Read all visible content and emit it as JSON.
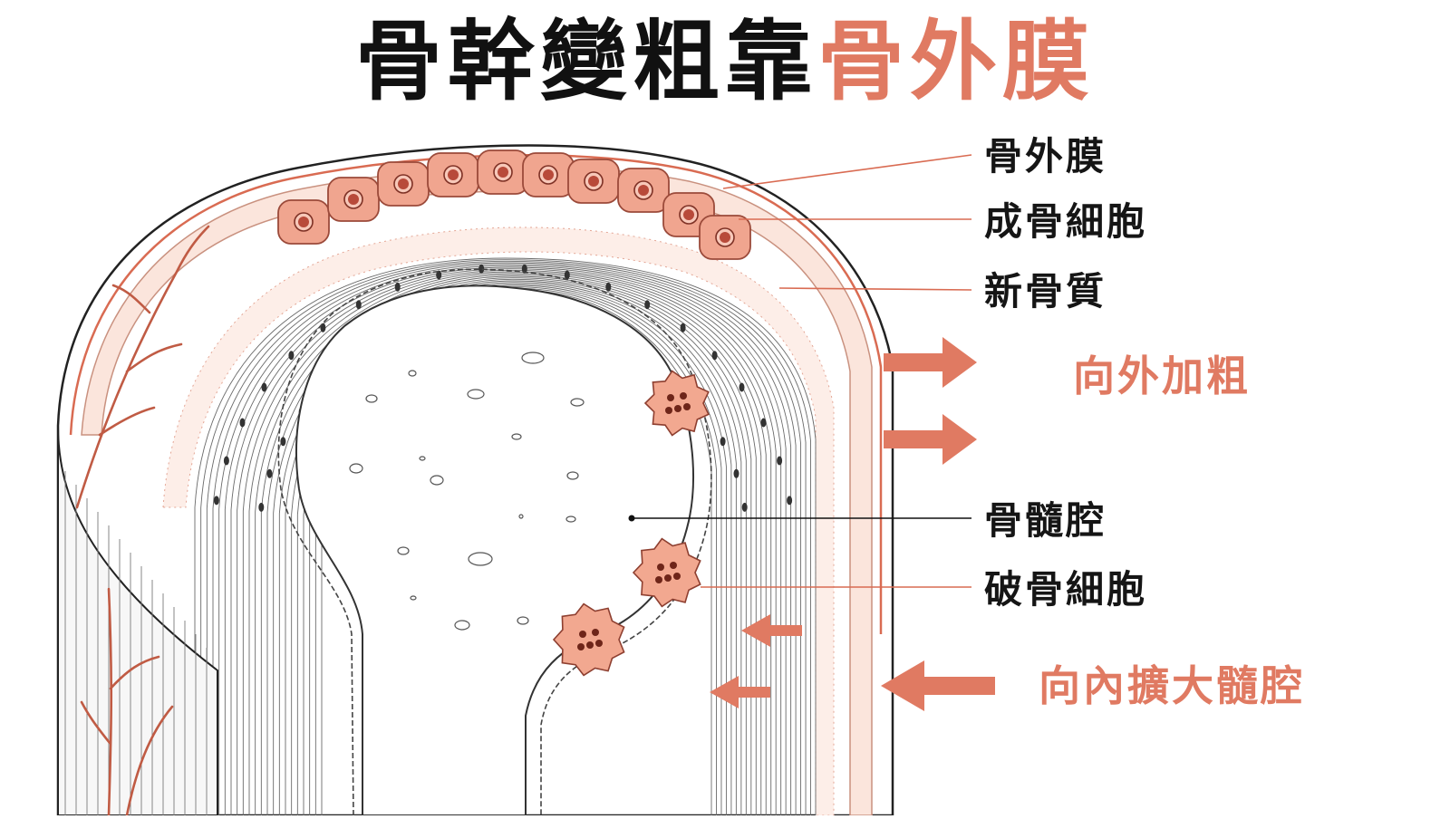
{
  "title": {
    "main": "骨幹變粗靠",
    "highlight": "骨外膜"
  },
  "labels": {
    "periosteum": "骨外膜",
    "osteoblast": "成骨細胞",
    "new_matrix": "新骨質",
    "marrow_cavity": "骨髓腔",
    "osteoclast": "破骨細胞"
  },
  "notes": {
    "outward": "向外加粗",
    "inward": "向內擴大髓腔"
  },
  "colors": {
    "accent": "#e07a62",
    "cell_fill": "#f0a58f",
    "nucleus": "#b84a3a",
    "vessel": "#c05b44",
    "line": "#2a2a2a"
  }
}
